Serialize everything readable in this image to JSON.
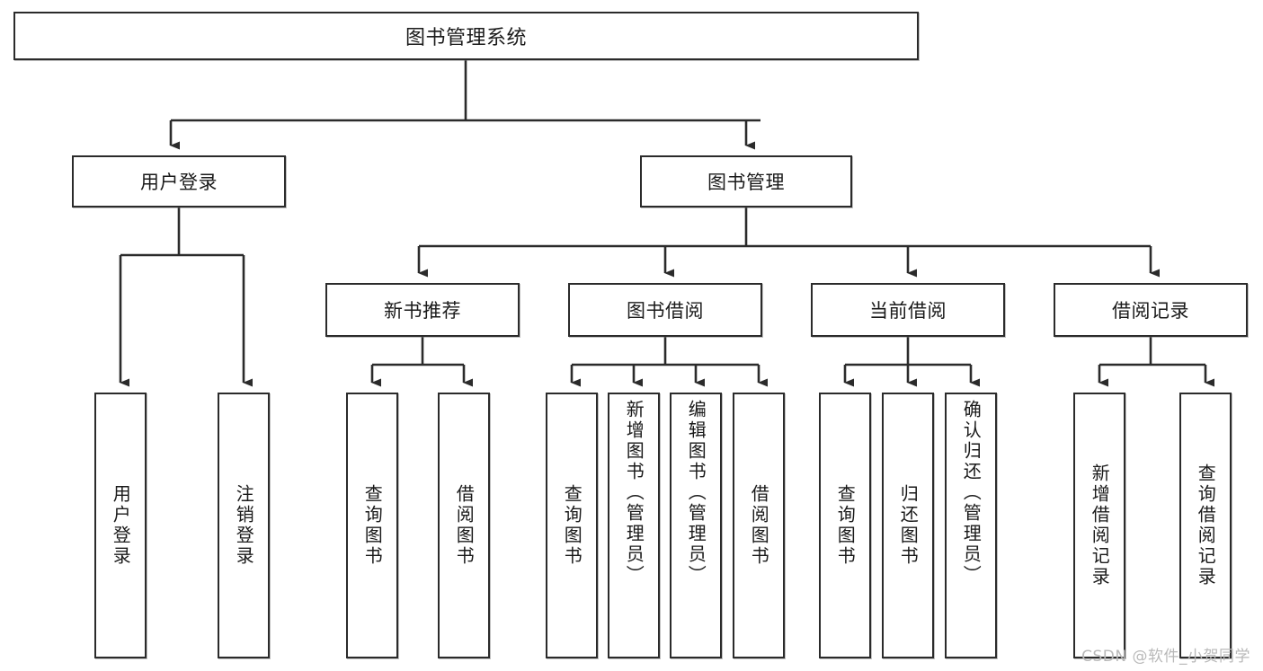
{
  "diagram": {
    "title": "图书管理系统",
    "type": "tree-hierarchy-chart",
    "watermark": "CSDN @软件_小贺同学",
    "colors": {
      "box_border": "#2b2b2b",
      "box_fill": "#ffffff",
      "connector": "#2b2b2b",
      "text": "#1a1a1a",
      "watermark": "#b9b9b9",
      "background": "#ffffff"
    }
  },
  "nodes": {
    "root": {
      "label": "图书管理系统",
      "level": 0
    },
    "level1": [
      {
        "id": "user-login",
        "label": "用户登录"
      },
      {
        "id": "book-manage",
        "label": "图书管理"
      }
    ],
    "level2": [
      {
        "id": "new-book-recommend",
        "label": "新书推荐",
        "parent": "book-manage"
      },
      {
        "id": "book-borrow",
        "label": "图书借阅",
        "parent": "book-manage"
      },
      {
        "id": "current-borrow",
        "label": "当前借阅",
        "parent": "book-manage"
      },
      {
        "id": "borrow-record",
        "label": "借阅记录",
        "parent": "book-manage"
      }
    ],
    "leaves": [
      {
        "id": "leaf-user-login",
        "label": "用户登录",
        "parent": "user-login",
        "align": "center"
      },
      {
        "id": "leaf-logout",
        "label": "注销登录",
        "parent": "user-login",
        "align": "center"
      },
      {
        "id": "leaf-query-book-1",
        "label": "查询图书",
        "parent": "new-book-recommend",
        "align": "center"
      },
      {
        "id": "leaf-borrow-book-1",
        "label": "借阅图书",
        "parent": "new-book-recommend",
        "align": "center"
      },
      {
        "id": "leaf-query-book-2",
        "label": "查询图书",
        "parent": "book-borrow",
        "align": "center"
      },
      {
        "id": "leaf-add-book",
        "label": "新增图书（管理员）",
        "parent": "book-borrow",
        "align": "top"
      },
      {
        "id": "leaf-edit-book",
        "label": "编辑图书（管理员）",
        "parent": "book-borrow",
        "align": "top"
      },
      {
        "id": "leaf-borrow-book-2",
        "label": "借阅图书",
        "parent": "book-borrow",
        "align": "center"
      },
      {
        "id": "leaf-query-book-3",
        "label": "查询图书",
        "parent": "current-borrow",
        "align": "center"
      },
      {
        "id": "leaf-return-book",
        "label": "归还图书",
        "parent": "current-borrow",
        "align": "center"
      },
      {
        "id": "leaf-confirm-return",
        "label": "确认归还（管理员）",
        "parent": "current-borrow",
        "align": "top"
      },
      {
        "id": "leaf-add-record",
        "label": "新增借阅记录",
        "parent": "borrow-record",
        "align": "center"
      },
      {
        "id": "leaf-query-record",
        "label": "查询借阅记录",
        "parent": "borrow-record",
        "align": "center"
      }
    ]
  }
}
